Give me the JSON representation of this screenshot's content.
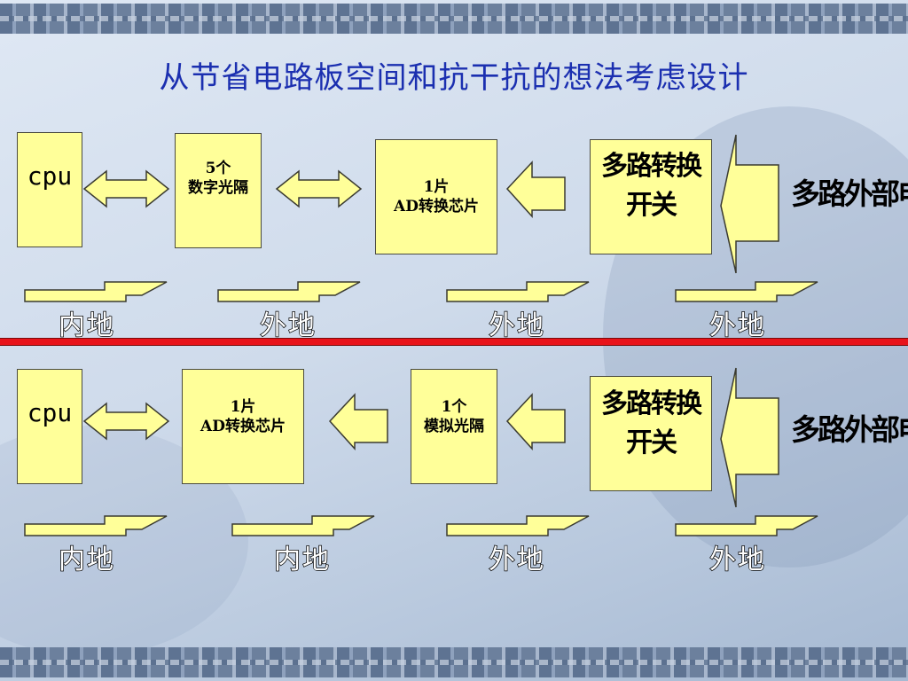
{
  "title": "从节省电路板空间和抗干抗的想法考虑设计",
  "colors": {
    "box_fill": "#ffff99",
    "title": "#1b2fb0",
    "divider": "#e8131a"
  },
  "top": {
    "cpu": "cpu",
    "isolator": "5个\n数字光隔",
    "adc": "1片\nAD转换芯片",
    "switch": "多路转换开关",
    "external": "多路外部电压",
    "grounds": [
      "内地",
      "外地",
      "外地",
      "外地"
    ]
  },
  "bottom": {
    "cpu": "cpu",
    "adc": "1片\nAD转换芯片",
    "isolator": "1个\n模拟光隔",
    "switch": "多路转换开关",
    "external": "多路外部电压",
    "grounds": [
      "内地",
      "内地",
      "外地",
      "外地"
    ]
  }
}
